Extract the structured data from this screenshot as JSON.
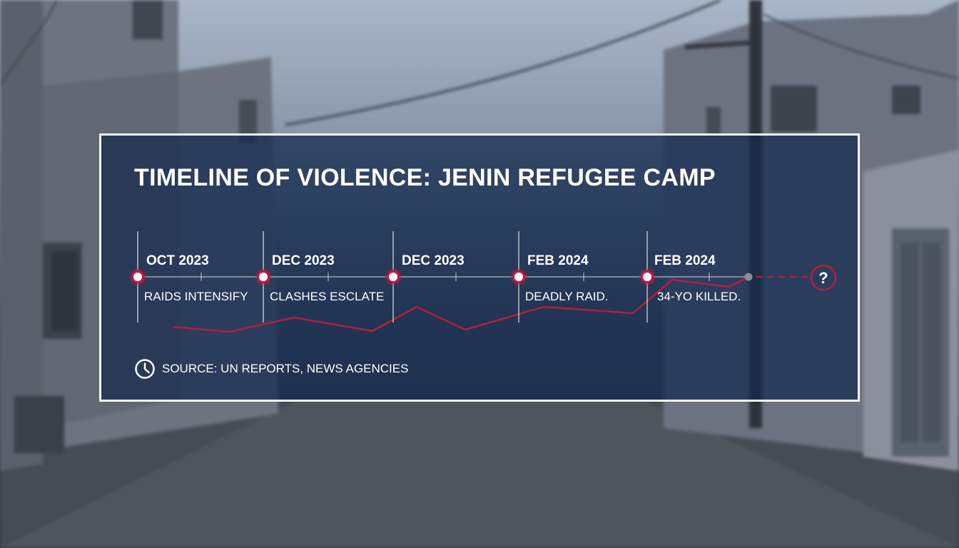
{
  "title": "TIMELINE OF VIOLENCE: JENIN REFUGEE CAMP",
  "events": [
    {
      "date": "OCT 2023",
      "label": "RAIDS INTENSIFY"
    },
    {
      "date": "DEC 2023",
      "label": "CLASHES ESCLATE"
    },
    {
      "date": "DEC 2023",
      "label": ""
    },
    {
      "date": "FEB 2024",
      "label": "DEADLY RAID."
    },
    {
      "date": "FEB 2024",
      "label": "34-YO KILLED."
    }
  ],
  "future_marker": {
    "symbol": "?"
  },
  "source": "SOURCE: UN REPORTS, NEWS AGENCIES",
  "icons": {
    "source": "clock-icon",
    "future": "question-mark-icon"
  },
  "colors": {
    "accent": "#b0203c",
    "card_fill": "#12284e",
    "card_border": "#f2f4f7",
    "text": "#ffffff"
  }
}
